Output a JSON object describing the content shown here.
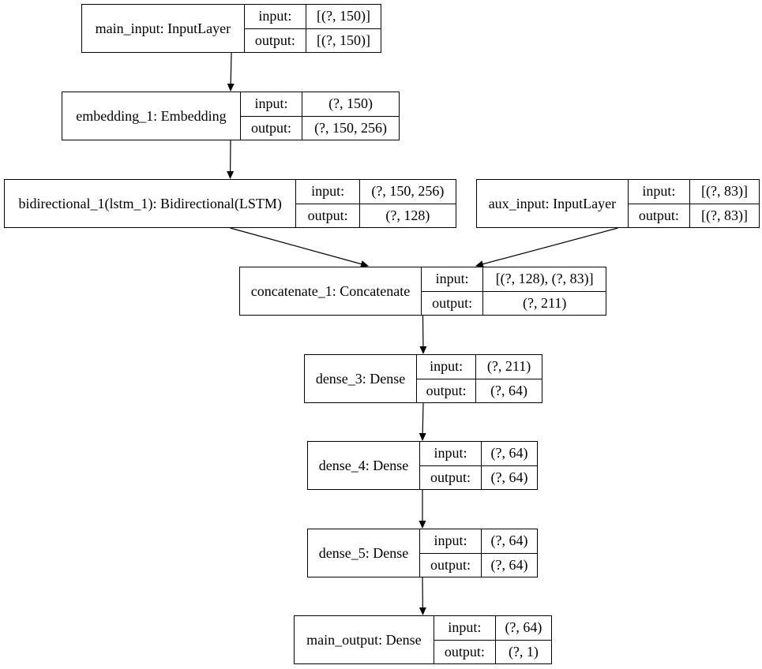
{
  "nodes": [
    {
      "id": "main_input",
      "name": "main_input: InputLayer",
      "input": "[(?, 150)]",
      "output": "[(?, 150)]"
    },
    {
      "id": "embedding_1",
      "name": "embedding_1: Embedding",
      "input": "(?, 150)",
      "output": "(?, 150, 256)"
    },
    {
      "id": "bidirectional_1",
      "name": "bidirectional_1(lstm_1): Bidirectional(LSTM)",
      "input": "(?, 150, 256)",
      "output": "(?, 128)"
    },
    {
      "id": "aux_input",
      "name": "aux_input: InputLayer",
      "input": "[(?, 83)]",
      "output": "[(?, 83)]"
    },
    {
      "id": "concatenate_1",
      "name": "concatenate_1: Concatenate",
      "input": "[(?, 128), (?, 83)]",
      "output": "(?, 211)"
    },
    {
      "id": "dense_3",
      "name": "dense_3: Dense",
      "input": "(?, 211)",
      "output": "(?, 64)"
    },
    {
      "id": "dense_4",
      "name": "dense_4: Dense",
      "input": "(?, 64)",
      "output": "(?, 64)"
    },
    {
      "id": "dense_5",
      "name": "dense_5: Dense",
      "input": "(?, 64)",
      "output": "(?, 64)"
    },
    {
      "id": "main_output",
      "name": "main_output: Dense",
      "input": "(?, 64)",
      "output": "(?, 1)"
    }
  ],
  "port_labels": {
    "input": "input:",
    "output": "output:"
  },
  "edges": [
    [
      "main_input",
      "embedding_1"
    ],
    [
      "embedding_1",
      "bidirectional_1"
    ],
    [
      "bidirectional_1",
      "concatenate_1"
    ],
    [
      "aux_input",
      "concatenate_1"
    ],
    [
      "concatenate_1",
      "dense_3"
    ],
    [
      "dense_3",
      "dense_4"
    ],
    [
      "dense_4",
      "dense_5"
    ],
    [
      "dense_5",
      "main_output"
    ]
  ]
}
